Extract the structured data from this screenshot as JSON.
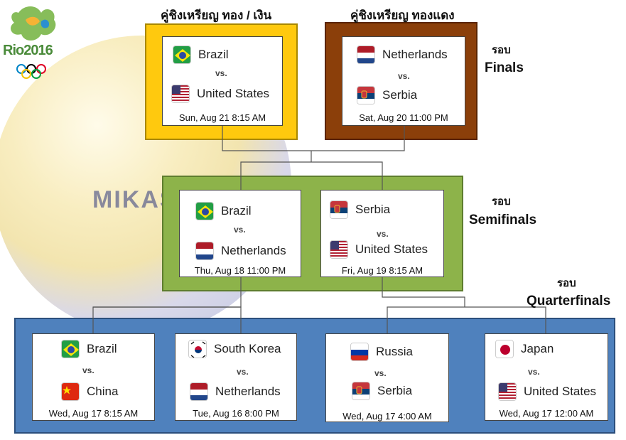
{
  "headings": {
    "gold": "คู่ชิงเหรียญ ทอง / เงิน",
    "bronze": "คู่ชิงเหรียญ ทองแดง"
  },
  "rounds": {
    "finals": {
      "word": "รอบ",
      "name": "Finals"
    },
    "semifinals": {
      "word": "รอบ",
      "name": "Semifinals"
    },
    "quarterfinals": {
      "word": "รอบ",
      "name": "Quarterfinals"
    }
  },
  "logo": {
    "text": "Rio2016"
  },
  "background": {
    "ball_brand": "MIKASA"
  },
  "vs_label": "vs.",
  "matches": {
    "gold": {
      "team1": "Brazil",
      "team1_flag": "brazil-flag-icon",
      "team2": "United States",
      "team2_flag": "usa-flag-icon",
      "date": "Sun, Aug 21 8:15 AM"
    },
    "bronze": {
      "team1": "Netherlands",
      "team1_flag": "netherlands-flag-icon",
      "team2": "Serbia",
      "team2_flag": "serbia-flag-icon",
      "date": "Sat, Aug 20 11:00 PM"
    },
    "semi1": {
      "team1": "Brazil",
      "team1_flag": "brazil-flag-icon",
      "team2": "Netherlands",
      "team2_flag": "netherlands-flag-icon",
      "date": "Thu, Aug 18 11:00 PM"
    },
    "semi2": {
      "team1": "Serbia",
      "team1_flag": "serbia-flag-icon",
      "team2": "United States",
      "team2_flag": "usa-flag-icon",
      "date": "Fri, Aug 19 8:15 AM"
    },
    "qf1": {
      "team1": "Brazil",
      "team1_flag": "brazil-flag-icon",
      "team2": "China",
      "team2_flag": "china-flag-icon",
      "date": "Wed, Aug 17 8:15 AM"
    },
    "qf2": {
      "team1": "South Korea",
      "team1_flag": "south-korea-flag-icon",
      "team2": "Netherlands",
      "team2_flag": "netherlands-flag-icon",
      "date": "Tue, Aug 16 8:00 PM"
    },
    "qf3": {
      "team1": "Russia",
      "team1_flag": "russia-flag-icon",
      "team2": "Serbia",
      "team2_flag": "serbia-flag-icon",
      "date": "Wed, Aug 17 4:00 AM"
    },
    "qf4": {
      "team1": "Japan",
      "team1_flag": "japan-flag-icon",
      "team2": "United States",
      "team2_flag": "usa-flag-icon",
      "date": "Wed, Aug 17 12:00 AM"
    }
  },
  "colors": {
    "gold_frame": "#ffc90e",
    "bronze_frame": "#8b3f0a",
    "semi_frame": "#8db34a",
    "qf_frame": "#4f81bd"
  }
}
